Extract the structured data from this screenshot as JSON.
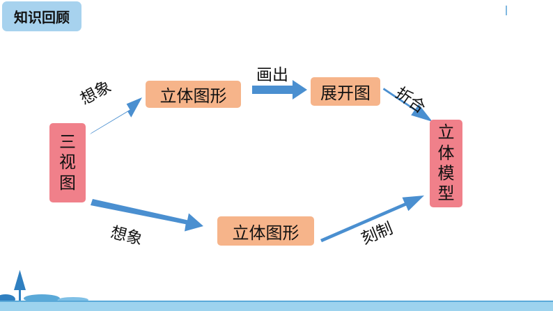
{
  "header": {
    "title": "知识回顾"
  },
  "diagram": {
    "solid_top": "立体图形",
    "unfold": "展开图",
    "three_view": [
      "三",
      "视",
      "图"
    ],
    "model": [
      "立",
      "体",
      "模",
      "型"
    ],
    "solid_bottom": "立体图形",
    "edge_labels": {
      "imagine_top": "想象",
      "draw_out": "画出",
      "fold": "折合",
      "imagine_bottom": "想象",
      "carve": "刻制"
    }
  },
  "colors": {
    "orange_box": "#f6b48a",
    "pink_box": "#f0808a",
    "arrow": "#4a8fd0",
    "title_bg": "#a7d2ee"
  }
}
